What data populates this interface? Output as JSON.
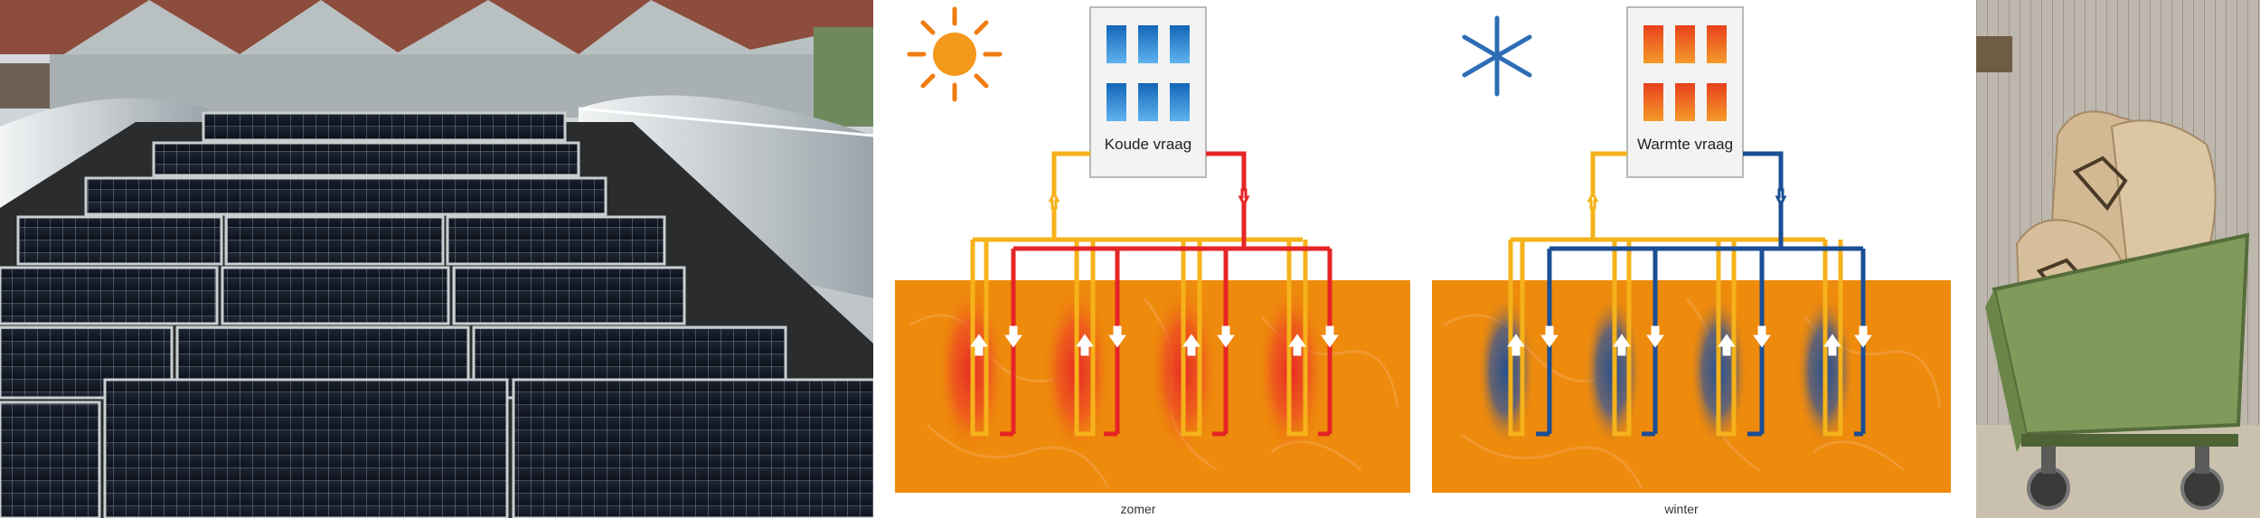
{
  "panels": {
    "summer": {
      "building_label": "Koude vraag",
      "caption": "zomer"
    },
    "winter": {
      "building_label": "Warmte vraag",
      "caption": "winter"
    }
  },
  "colors": {
    "soil": "#EE8A0C",
    "supply_pipe": "#F5B21A",
    "summer_return": "#E52525",
    "winter_return": "#1B4E94",
    "sun": "#F07C12",
    "snow": "#2D6DB5",
    "window_blue": "#1E7FCF",
    "window_orange": "#EC5A1F"
  },
  "icons": [
    "sun-icon",
    "snowflake-icon"
  ]
}
